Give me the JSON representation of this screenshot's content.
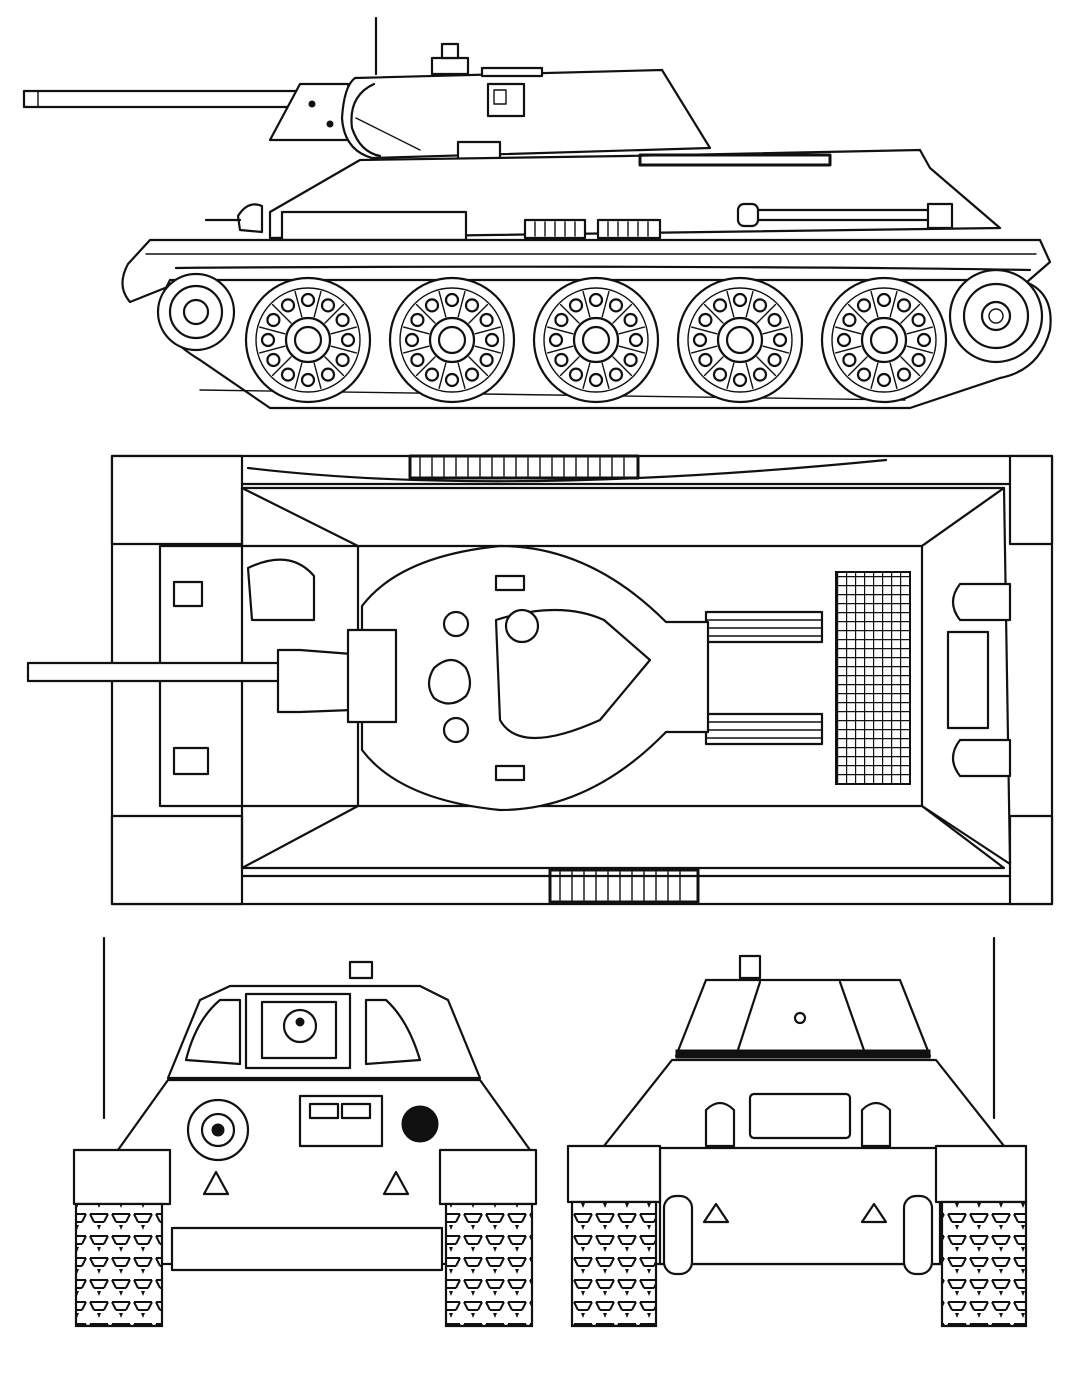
{
  "figure": {
    "subject": "tank",
    "views": [
      {
        "id": "side",
        "label": ""
      },
      {
        "id": "top",
        "label": ""
      },
      {
        "id": "front",
        "label": ""
      },
      {
        "id": "rear",
        "label": ""
      }
    ],
    "road_wheel_count_side": 5,
    "line_color": "#111111",
    "background_color": "#ffffff"
  }
}
